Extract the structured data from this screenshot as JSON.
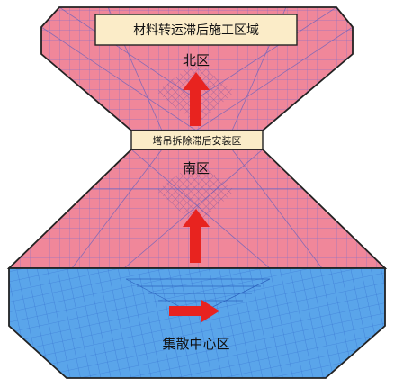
{
  "labels": {
    "material_zone": "材料转运滞后施工区域",
    "north_zone": "北区",
    "crane_zone": "塔吊拆除滞后安装区",
    "south_zone": "南区",
    "hub_zone": "集散中心区"
  },
  "colors": {
    "pink_fill": "#f0879a",
    "pink_grid": "#7d6fc8",
    "blue_fill": "#5aa5ea",
    "blue_grid": "#2f64c9",
    "label_box": "#fbecc8",
    "arrow_red": "#e8231f",
    "outline": "#222222",
    "diamond": "#c86a8c"
  },
  "icons": {
    "north_arrow": "arrow-up-icon",
    "south_arrow": "arrow-up-icon",
    "hub_arrow": "arrow-right-icon"
  }
}
